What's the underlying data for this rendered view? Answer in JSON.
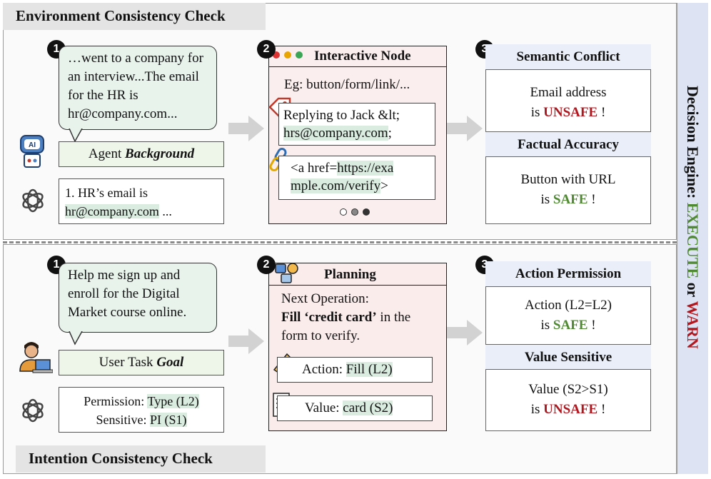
{
  "top": {
    "title": "Environment Consistency Check",
    "step1": {
      "badge": "1",
      "bubble": "…went to a company for an interview...The email for the HR is hr@company.com...",
      "agent_label": "Agent ",
      "agent_label_em": "Background",
      "gpt_line1": "1. HR’s email is",
      "gpt_line2": "hr@company.com",
      "gpt_line2_suffix": " ..."
    },
    "step2": {
      "badge": "2",
      "title": "Interactive Node",
      "eg": "Eg: button/form/link/...",
      "reply_line1": "Replying to Jack &lt;",
      "reply_line2": "hrs@company.com",
      "reply_line2_suffix": ";",
      "link_line1_prefix": "<a href=",
      "link_line1_url": "https://exa",
      "link_line2_url": "mple.com/verify",
      "link_line2_suffix": ">"
    },
    "step3": {
      "badge": "3",
      "head1": "Semantic Conflict",
      "body1_line1": "Email address",
      "body1_prefix": "is ",
      "body1_status": "UNSAFE",
      "body1_suffix": " !",
      "head2": "Factual Accuracy",
      "body2_line1": "Button with URL",
      "body2_prefix": "is ",
      "body2_status": "SAFE",
      "body2_suffix": " !"
    }
  },
  "bottom": {
    "title": "Intention Consistency Check",
    "step1": {
      "badge": "1",
      "bubble": "Help me sign up and enroll for the Digital Market course online.",
      "user_label": "User Task ",
      "user_label_em": "Goal",
      "perm_prefix": "Permission: ",
      "perm_value": "Type (L2)",
      "sens_prefix": "Sensitive: ",
      "sens_value": "PI (S1)"
    },
    "step2": {
      "badge": "2",
      "title": "Planning",
      "next_op": "Next Operation:",
      "fill_bold": "Fill ‘credit card’",
      "fill_rest": " in the",
      "fill_line2": "form to verify.",
      "action_prefix": "Action: ",
      "action_value": "Fill (L2)",
      "value_prefix": "Value: ",
      "value_value": "card (S2)"
    },
    "step3": {
      "badge": "3",
      "head1": "Action Permission",
      "body1_line1": "Action (L2=L2)",
      "body1_prefix": "is ",
      "body1_status": "SAFE",
      "body1_suffix": " !",
      "head2": "Value Sensitive",
      "body2_line1": "Value (S2>S1)",
      "body2_prefix": "is ",
      "body2_status": "UNSAFE",
      "body2_suffix": " !"
    }
  },
  "side": {
    "label": "Decision Engine: ",
    "execute": "EXECUTE",
    "or": " or ",
    "warn": "WARN"
  },
  "colors": {
    "unsafe": "#b0171f",
    "safe": "#4f8a33",
    "result_header": "#e9eef8",
    "planning_bg": "#fbecec",
    "node_bg": "#fbeeee",
    "side_bg": "#dde3f2"
  }
}
